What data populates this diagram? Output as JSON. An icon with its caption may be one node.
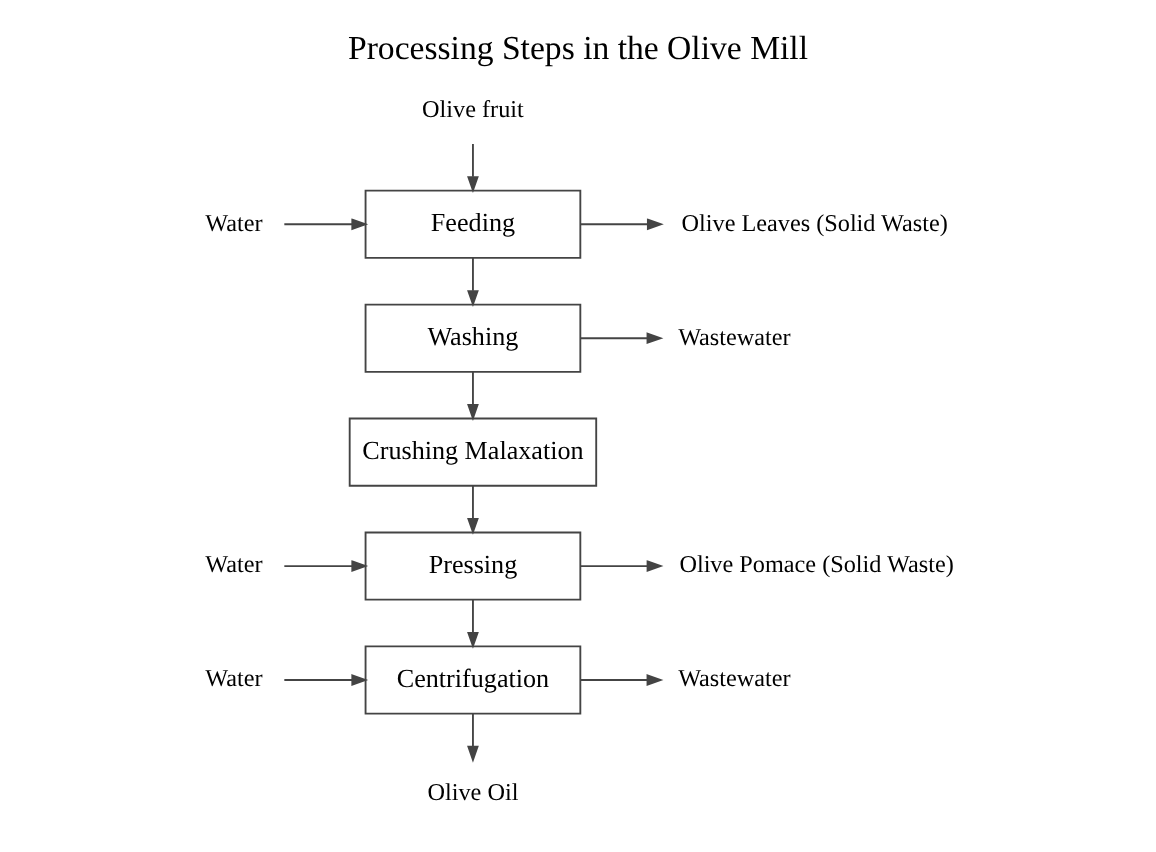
{
  "diagram": {
    "title": "Processing Steps in the Olive Mill",
    "nodes": [
      {
        "text": [
          "Olive fruit"
        ]
      },
      {
        "text": [
          "Feeding"
        ]
      },
      {
        "text": [
          "Washing"
        ]
      },
      {
        "text": [
          "Crushing Malaxation"
        ]
      },
      {
        "text": [
          "Pressing"
        ]
      },
      {
        "text": [
          "Centrifugation"
        ]
      },
      {
        "text": [
          "Olive Oil"
        ]
      },
      {
        "text": [
          "Olive Leaves (Solid Waste)"
        ]
      },
      {
        "text": [
          "Water"
        ]
      },
      {
        "text": [
          "Wastewater"
        ]
      },
      {
        "text": [
          "Olive Pomace (Solid Waste)"
        ]
      },
      {
        "text": [
          "Water"
        ]
      },
      {
        "text": [
          "Wastewater"
        ]
      },
      {
        "text": [
          "Water"
        ]
      }
    ],
    "edges": [
      {
        "from": 0,
        "to": 1,
        "arrow": "to"
      },
      {
        "from": 1,
        "to": 2,
        "arrow": "to"
      },
      {
        "from": 2,
        "to": 3,
        "arrow": "to"
      },
      {
        "from": 3,
        "to": 4,
        "arrow": "to"
      },
      {
        "from": 4,
        "to": 5,
        "arrow": "to"
      },
      {
        "from": 5,
        "to": 6,
        "arrow": "to"
      },
      {
        "from": 1,
        "to": 7,
        "arrow": "to"
      },
      {
        "from": 8,
        "to": 1,
        "arrow": "to"
      },
      {
        "from": 2,
        "to": 9,
        "arrow": "to"
      },
      {
        "from": 4,
        "to": 10,
        "arrow": "to"
      },
      {
        "from": 11,
        "to": 4,
        "arrow": "to"
      },
      {
        "from": 5,
        "to": 12,
        "arrow": "to"
      },
      {
        "from": 13,
        "to": 5,
        "arrow": "to"
      }
    ]
  }
}
